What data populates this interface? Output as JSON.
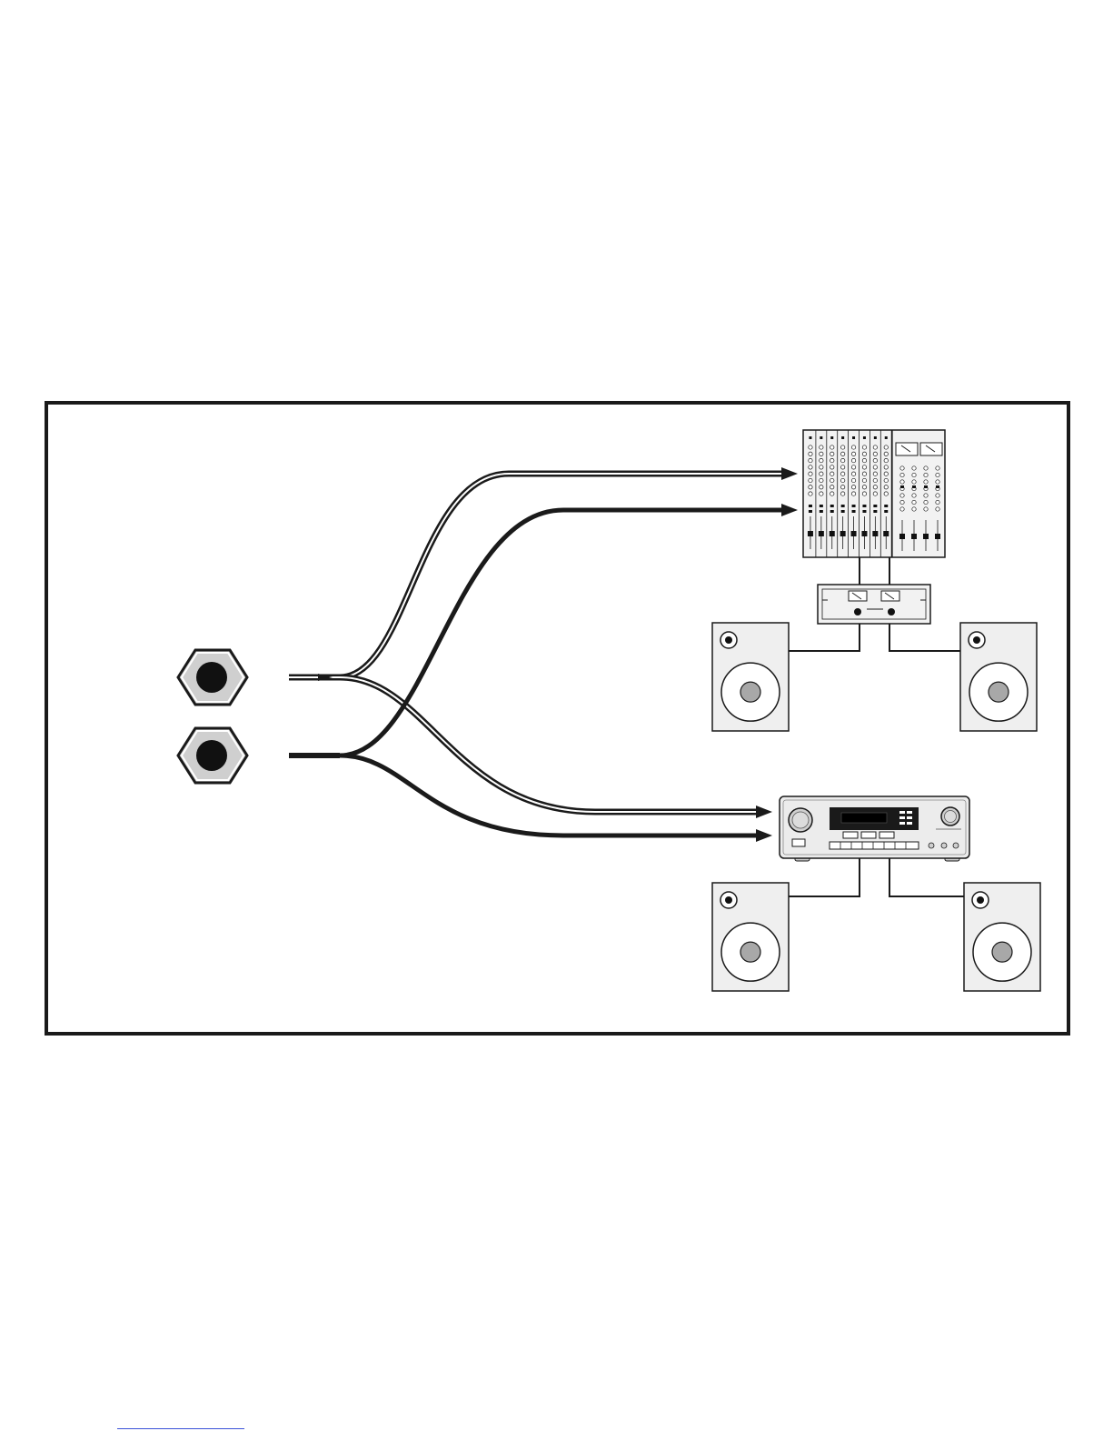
{
  "diagram": {
    "nodes": [
      {
        "id": "jack-top",
        "kind": "output-jack",
        "icon": "hex-jack-icon"
      },
      {
        "id": "jack-bottom",
        "kind": "output-jack",
        "icon": "hex-jack-icon"
      },
      {
        "id": "mixing-console",
        "kind": "mixer",
        "icon": "mixer-icon"
      },
      {
        "id": "power-amplifier",
        "kind": "amplifier",
        "icon": "amplifier-icon"
      },
      {
        "id": "stereo-receiver",
        "kind": "receiver",
        "icon": "receiver-icon"
      },
      {
        "id": "speaker-upper-left",
        "kind": "speaker",
        "icon": "speaker-icon"
      },
      {
        "id": "speaker-upper-right",
        "kind": "speaker",
        "icon": "speaker-icon"
      },
      {
        "id": "speaker-lower-left",
        "kind": "speaker",
        "icon": "speaker-icon"
      },
      {
        "id": "speaker-lower-right",
        "kind": "speaker",
        "icon": "speaker-icon"
      }
    ],
    "edges": [
      {
        "from": "jack-top",
        "to": "mixing-console",
        "style": "double-line",
        "arrow": true
      },
      {
        "from": "jack-bottom",
        "to": "mixing-console",
        "style": "solid",
        "arrow": true
      },
      {
        "from": "jack-top",
        "to": "stereo-receiver",
        "style": "double-line",
        "arrow": true
      },
      {
        "from": "jack-bottom",
        "to": "stereo-receiver",
        "style": "solid",
        "arrow": true
      },
      {
        "from": "mixing-console",
        "to": "power-amplifier",
        "style": "thin"
      },
      {
        "from": "power-amplifier",
        "to": "speaker-upper-left",
        "style": "thin"
      },
      {
        "from": "power-amplifier",
        "to": "speaker-upper-right",
        "style": "thin"
      },
      {
        "from": "stereo-receiver",
        "to": "speaker-lower-left",
        "style": "thin"
      },
      {
        "from": "stereo-receiver",
        "to": "speaker-lower-right",
        "style": "thin"
      }
    ],
    "colors": {
      "line": "#1a1a1a",
      "jack_fill": "#cfcfcf",
      "device_fill": "#f2f2f2",
      "speaker_panel": "#efefef",
      "woofer_center": "#a8a8a8",
      "link_accent": "#3a52d8"
    }
  }
}
